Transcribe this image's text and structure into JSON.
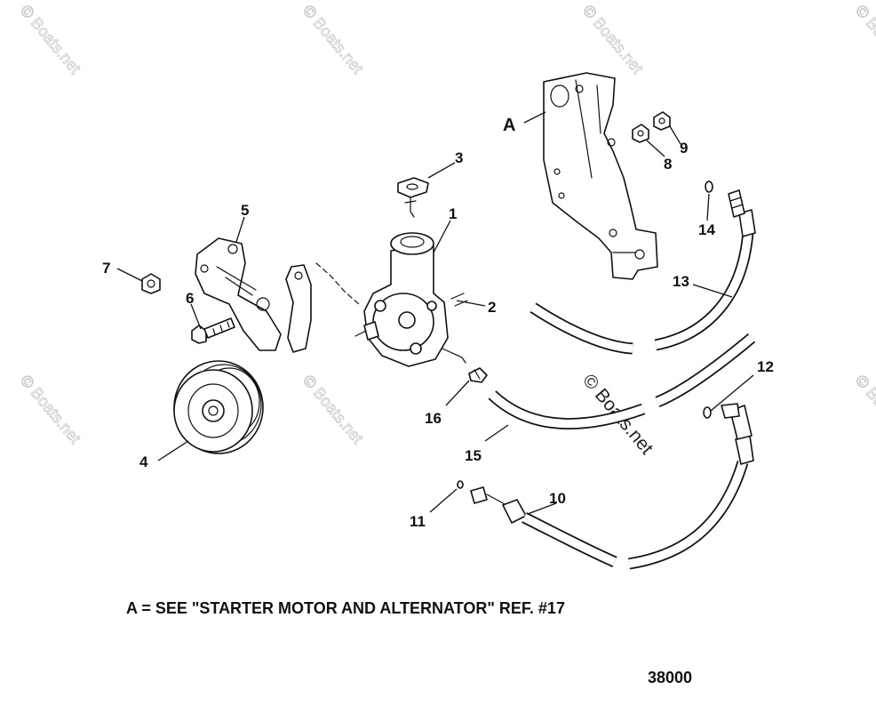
{
  "watermark": "© Boats.net",
  "callouts": {
    "c1": "1",
    "c2": "2",
    "c3": "3",
    "c4": "4",
    "c5": "5",
    "c6": "6",
    "c7": "7",
    "c8": "8",
    "c9": "9",
    "c10": "10",
    "c11": "11",
    "c12": "12",
    "c13": "13",
    "c14": "14",
    "c15": "15",
    "c16": "16",
    "cA": "A"
  },
  "note": "A = SEE \"STARTER MOTOR AND ALTERNATOR\" REF. #17",
  "reference_number": "38000"
}
